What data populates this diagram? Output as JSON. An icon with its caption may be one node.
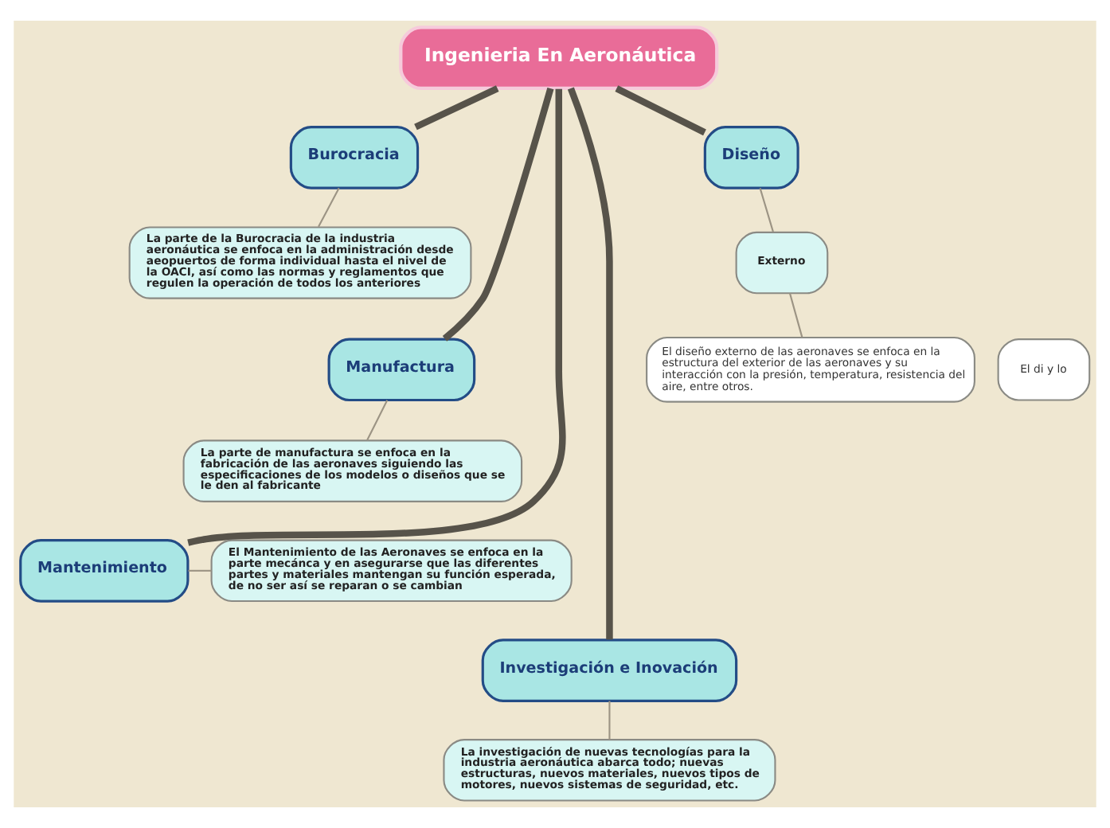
{
  "diagram": {
    "nodes": [
      {
        "text": [
          "Ingenieria En Aeronáutica"
        ]
      },
      {
        "text": [
          "Burocracia"
        ]
      },
      {
        "text": [
          "La parte de la Burocracia de la industria aeronáutica se enfoca en la administración desde aeopuertos de forma individual hasta el nivel de la OACI, así como las normas y reglamentos que regulen la operación de todos los anteriores"
        ]
      },
      {
        "text": [
          "Manufactura"
        ]
      },
      {
        "text": [
          "La parte de manufactura se enfoca en la fabricación de las aeronaves siguiendo las especificaciones de los modelos o diseños que se le den al fabricante"
        ]
      },
      {
        "text": [
          "Mantenimiento"
        ]
      },
      {
        "text": [
          "El Mantenimiento de las Aeronaves se enfoca en la parte mecánca y en asegurarse que las diferentes partes y materiales mantengan su función esperada, de no ser así se reparan o se cambian"
        ]
      },
      {
        "text": [
          "Investigación e Inovación"
        ]
      },
      {
        "text": [
          "La investigación de nuevas tecnologías para la industria aeronáutica abarca todo; nuevas estructuras, nuevos materiales, nuevos tipos de motores, nuevos sistemas de seguridad, etc."
        ]
      },
      {
        "text": [
          "Diseño"
        ]
      },
      {
        "text": [
          "Externo"
        ]
      },
      {
        "text": [
          "El diseño externo de las aeronaves se enfoca en la estructura del exterior de las aeronaves y su interacción con la presión, temperatura, resistencia del aire, entre otros."
        ]
      },
      {
        "text": [
          "El di y lo"
        ]
      }
    ],
    "edges": [
      {
        "from": 0,
        "to": 1,
        "arrow": "none",
        "style": "thick",
        "color": "#57534a"
      },
      {
        "from": 1,
        "to": 2,
        "arrow": "none"
      },
      {
        "from": 0,
        "to": 3,
        "arrow": "none",
        "style": "thick",
        "color": "#57534a"
      },
      {
        "from": 3,
        "to": 4,
        "arrow": "none"
      },
      {
        "from": 0,
        "to": 5,
        "arrow": "none",
        "style": "thick",
        "color": "#57534a"
      },
      {
        "from": 5,
        "to": 6,
        "arrow": "none"
      },
      {
        "from": 0,
        "to": 7,
        "arrow": "none",
        "style": "thick",
        "color": "#57534a"
      },
      {
        "from": 7,
        "to": 8,
        "arrow": "none"
      },
      {
        "from": 0,
        "to": 9,
        "arrow": "none",
        "style": "thick",
        "color": "#57534a"
      },
      {
        "from": 9,
        "to": 10,
        "arrow": "none"
      },
      {
        "from": 10,
        "to": 11,
        "arrow": "none"
      }
    ]
  }
}
